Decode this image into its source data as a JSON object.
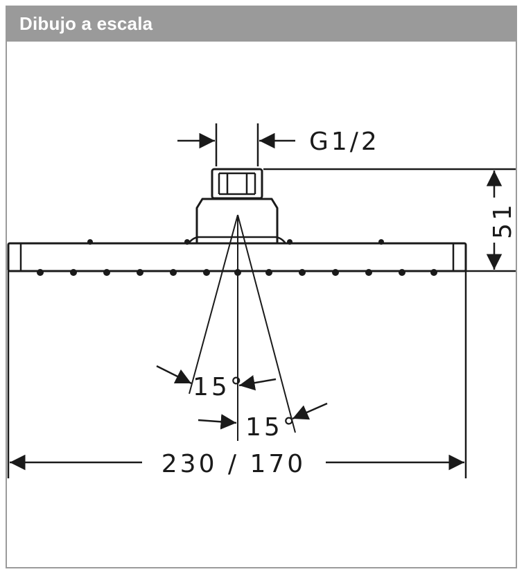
{
  "header": {
    "title": "Dibujo a escala"
  },
  "dimensions": {
    "connection": "G1/2",
    "height": "51",
    "angle_left": "15°",
    "angle_right": "15°",
    "width": "230 / 170"
  },
  "colors": {
    "header_bg": "#9a9a9a",
    "line": "#1a1a1a",
    "background": "#ffffff"
  }
}
